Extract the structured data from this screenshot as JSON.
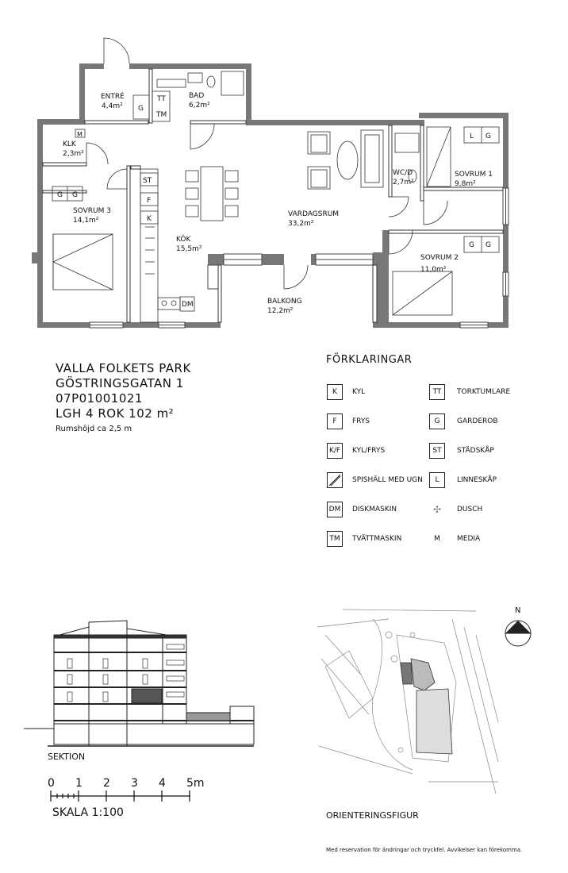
{
  "rooms": {
    "entre": {
      "name": "ENTRÉ",
      "area": "4,4m²"
    },
    "bad": {
      "name": "BAD",
      "area": "6,2m²"
    },
    "klk": {
      "name": "KLK",
      "area": "2,3m²"
    },
    "sovrum3": {
      "name": "SOVRUM 3",
      "area": "14,1m²"
    },
    "kok": {
      "name": "KÖK",
      "area": "15,5m²"
    },
    "vardagsrum": {
      "name": "VARDAGSRUM",
      "area": "33,2m²"
    },
    "wcd": {
      "name": "WC/D",
      "area": "2,7m²"
    },
    "sovrum1": {
      "name": "SOVRUM 1",
      "area": "9,8m²"
    },
    "sovrum2": {
      "name": "SOVRUM 2",
      "area": "11,0m²"
    },
    "balkong": {
      "name": "BALKONG",
      "area": "12,2m²"
    }
  },
  "plan_codes": {
    "g": "G",
    "tt": "TT",
    "tm": "TM",
    "m": "M",
    "st": "ST",
    "f": "F",
    "k": "K",
    "l": "L",
    "dm": "DM"
  },
  "info": {
    "line1": "VALLA FOLKETS PARK",
    "line2": "GÖSTRINGSGATAN 1",
    "line3": "07P01001021",
    "line4": "LGH 4 ROK 102 m²",
    "line5": "Rumshöjd ca 2,5 m"
  },
  "legend": {
    "title": "FÖRKLARINGAR",
    "left": [
      {
        "code": "K",
        "label": "KYL"
      },
      {
        "code": "F",
        "label": "FRYS"
      },
      {
        "code": "K/F",
        "label": "KYL/FRYS"
      },
      {
        "code": "",
        "label": "SPISHÄLL MED UGN"
      },
      {
        "code": "DM",
        "label": "DISKMASKIN"
      },
      {
        "code": "TM",
        "label": "TVÄTTMASKIN"
      }
    ],
    "right": [
      {
        "code": "TT",
        "label": "TORKTUMLARE"
      },
      {
        "code": "G",
        "label": "GARDEROB"
      },
      {
        "code": "ST",
        "label": "STÄDSKÅP"
      },
      {
        "code": "L",
        "label": "LINNESKÅP"
      },
      {
        "code": "",
        "label": "DUSCH"
      },
      {
        "code": "M",
        "label": "MEDIA"
      }
    ]
  },
  "section_label": "SEKTION",
  "scale": {
    "ticks": [
      "0",
      "1",
      "2",
      "3",
      "4",
      "5m"
    ],
    "label": "SKALA 1:100"
  },
  "north_label": "N",
  "orientation_label": "ORIENTERINGSFIGUR",
  "disclaimer": "Med reservation för ändringar och tryckfel. Avvikelser kan förekomma."
}
